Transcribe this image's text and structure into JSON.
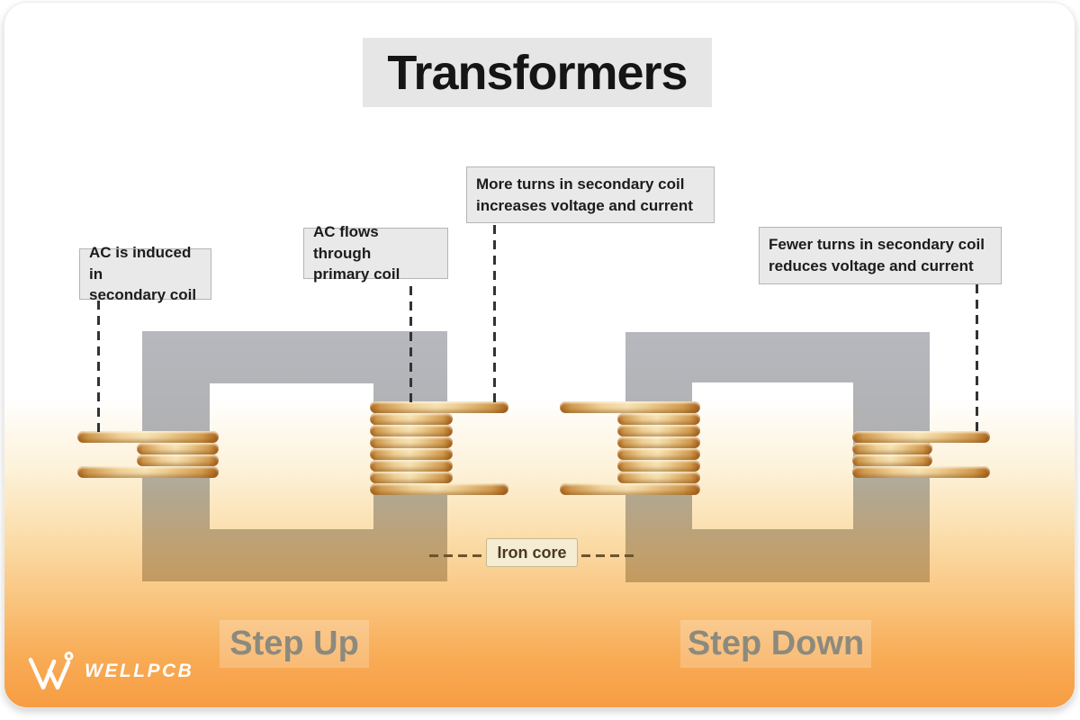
{
  "title": "Transformers",
  "callouts": [
    {
      "target": "step-up-left-coil",
      "lines": [
        "AC is induced in",
        "secondary coil"
      ]
    },
    {
      "target": "step-up-right-coil",
      "lines": [
        "AC flows through",
        "primary coil"
      ]
    },
    {
      "target": "step-up-right-coil-lead",
      "lines": [
        "More turns in secondary coil",
        "increases voltage and current"
      ]
    },
    {
      "target": "step-down-right-coil",
      "lines": [
        "Fewer turns in secondary coil",
        "reduces voltage and current"
      ]
    }
  ],
  "iron_core_label": "Iron core",
  "transformers": [
    {
      "label": "Step Up",
      "coils": [
        {
          "position": "left",
          "visible_turns": 4
        },
        {
          "position": "right",
          "visible_turns": 8
        }
      ]
    },
    {
      "label": "Step Down",
      "coils": [
        {
          "position": "left",
          "visible_turns": 8
        },
        {
          "position": "right",
          "visible_turns": 4
        }
      ]
    }
  ],
  "logo": {
    "brand": "WELLPCB"
  },
  "colors": {
    "background_orange": "#f79d43",
    "core_gray": "#b6b8be",
    "core_tan": "#c39a5f",
    "coil_copper_light": "#f7e2b2",
    "coil_copper_dark": "#a86018",
    "label_bg": "#e9e9e9",
    "title_bg": "#e6e6e6",
    "step_text": "#8c8a7e",
    "iron_core_text": "#4a3a22",
    "dash_dark": "#333333",
    "dash_brown": "#6b5530"
  }
}
